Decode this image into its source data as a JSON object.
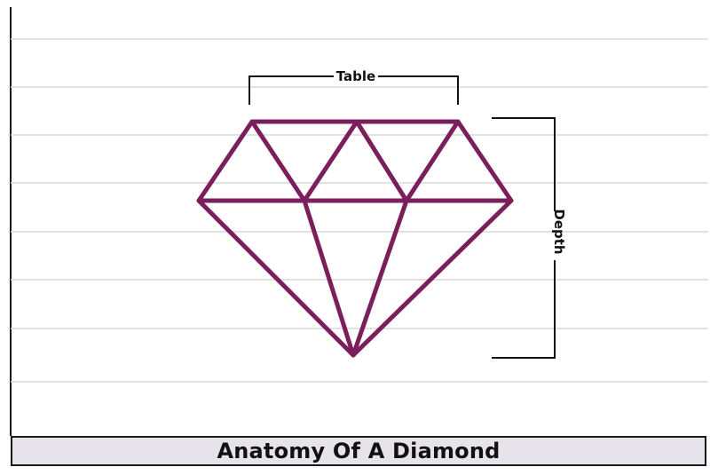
{
  "title": "Anatomy Of A Diamond",
  "labels": {
    "table": "Table",
    "depth": "Depth"
  },
  "colors": {
    "diamond_stroke": "#7a1f5c",
    "gridline": "#d9d9d9",
    "bracket": "#111111",
    "title_bar_bg": "#e6e3ea"
  }
}
